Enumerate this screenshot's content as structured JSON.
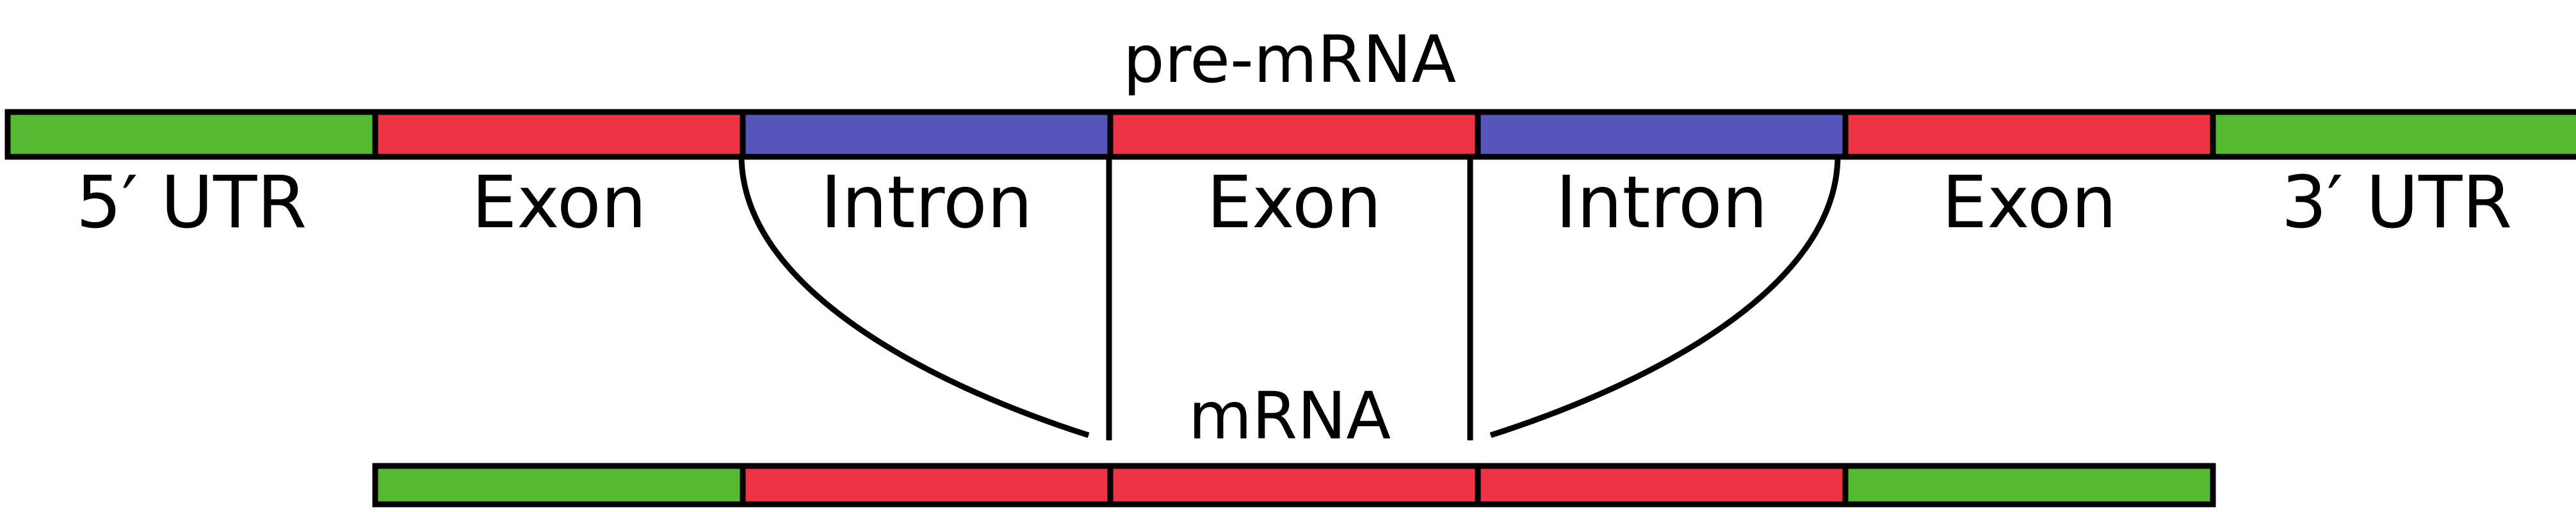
{
  "titles": {
    "pre_mrna": "pre-mRNA",
    "mrna": "mRNA"
  },
  "colors": {
    "utr": "#55bb33",
    "exon": "#ee3344",
    "intron": "#5555bb",
    "outline": "#000000",
    "arrow": "#000000"
  },
  "pre_mrna": {
    "segments": [
      {
        "type": "utr",
        "label": "5′ UTR"
      },
      {
        "type": "exon",
        "label": "Exon"
      },
      {
        "type": "intron",
        "label": "Intron"
      },
      {
        "type": "exon",
        "label": "Exon"
      },
      {
        "type": "intron",
        "label": "Intron"
      },
      {
        "type": "exon",
        "label": "Exon"
      },
      {
        "type": "utr",
        "label": "3′ UTR"
      }
    ]
  },
  "mrna": {
    "segments": [
      {
        "type": "utr"
      },
      {
        "type": "exon"
      },
      {
        "type": "exon"
      },
      {
        "type": "exon"
      },
      {
        "type": "utr"
      }
    ]
  }
}
